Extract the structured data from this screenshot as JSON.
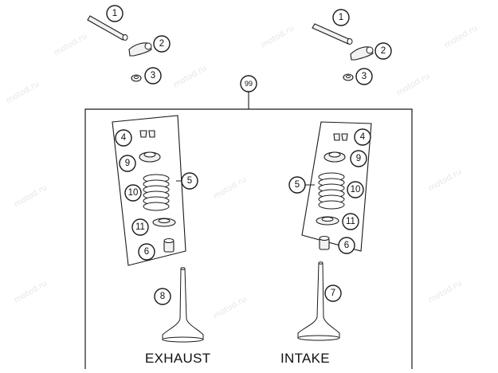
{
  "watermark": "motod.ru",
  "group_label": "99",
  "labels": {
    "exhaust": "EXHAUST",
    "intake": "INTAKE"
  },
  "callouts": {
    "left": [
      "1",
      "2",
      "3",
      "4",
      "9",
      "5",
      "10",
      "11",
      "6",
      "8"
    ],
    "right": [
      "1",
      "2",
      "3",
      "4",
      "9",
      "5",
      "10",
      "11",
      "6",
      "7"
    ]
  },
  "colors": {
    "line": "#1a1a1a",
    "part_fill": "#f2f2f2",
    "background": "#ffffff",
    "watermark": "#e6e6e6"
  }
}
